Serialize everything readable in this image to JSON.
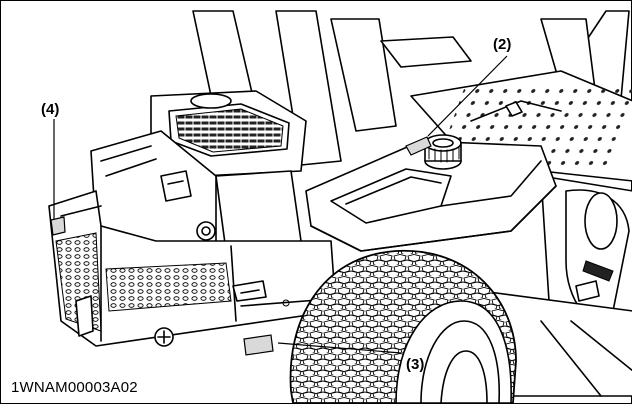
{
  "figure": {
    "reference_code": "1WNAM00003A02",
    "callouts": [
      {
        "id": "2",
        "label": "(2)"
      },
      {
        "id": "3",
        "label": "(3)"
      },
      {
        "id": "4",
        "label": "(4)"
      }
    ],
    "colors": {
      "line": "#000000",
      "label_fill": "#d9d9d9",
      "background": "#ffffff"
    }
  }
}
